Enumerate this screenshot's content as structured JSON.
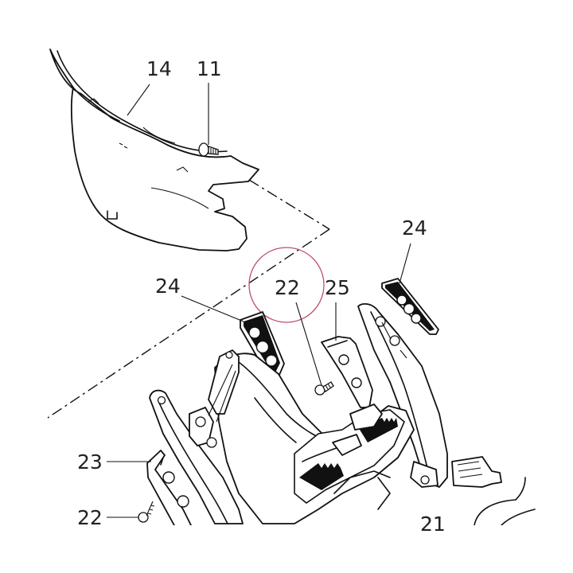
{
  "diagram": {
    "callouts": {
      "c14": "14",
      "c11": "11",
      "c24_right": "24",
      "c24_left": "24",
      "c22_center": "22",
      "c25": "25",
      "c23": "23",
      "c22_bottom": "22",
      "c21": "21"
    },
    "highlight_color": "#c0506a"
  }
}
